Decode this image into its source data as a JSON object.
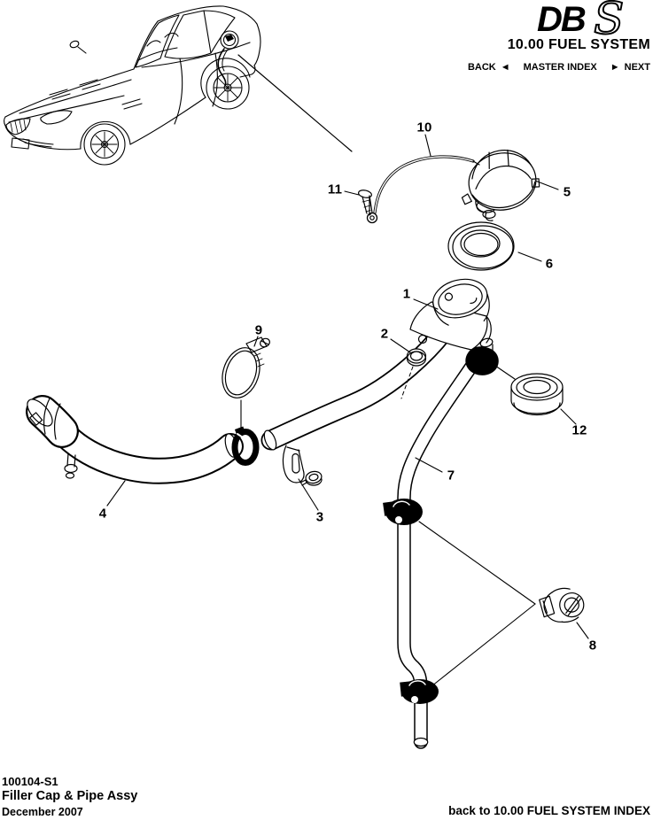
{
  "colors": {
    "ink": "#000000",
    "background": "#ffffff"
  },
  "header": {
    "logo_db": "DB",
    "logo_s": "S",
    "section_title": "10.00 FUEL SYSTEM",
    "nav": {
      "back": "BACK",
      "back_arrow": "◄",
      "master_index": "MASTER INDEX",
      "next_arrow": "►",
      "next": "NEXT"
    }
  },
  "diagram": {
    "callouts": [
      {
        "label": "1"
      },
      {
        "label": "2"
      },
      {
        "label": "3"
      },
      {
        "label": "4"
      },
      {
        "label": "5"
      },
      {
        "label": "6"
      },
      {
        "label": "7"
      },
      {
        "label": "8"
      },
      {
        "label": "9"
      },
      {
        "label": "10"
      },
      {
        "label": "11"
      },
      {
        "label": "12"
      }
    ]
  },
  "footer": {
    "document_number": "100104-S1",
    "assembly_title": "Filler Cap & Pipe Assy",
    "date": "December 2007",
    "back_link": "back to 10.00 FUEL SYSTEM INDEX"
  }
}
